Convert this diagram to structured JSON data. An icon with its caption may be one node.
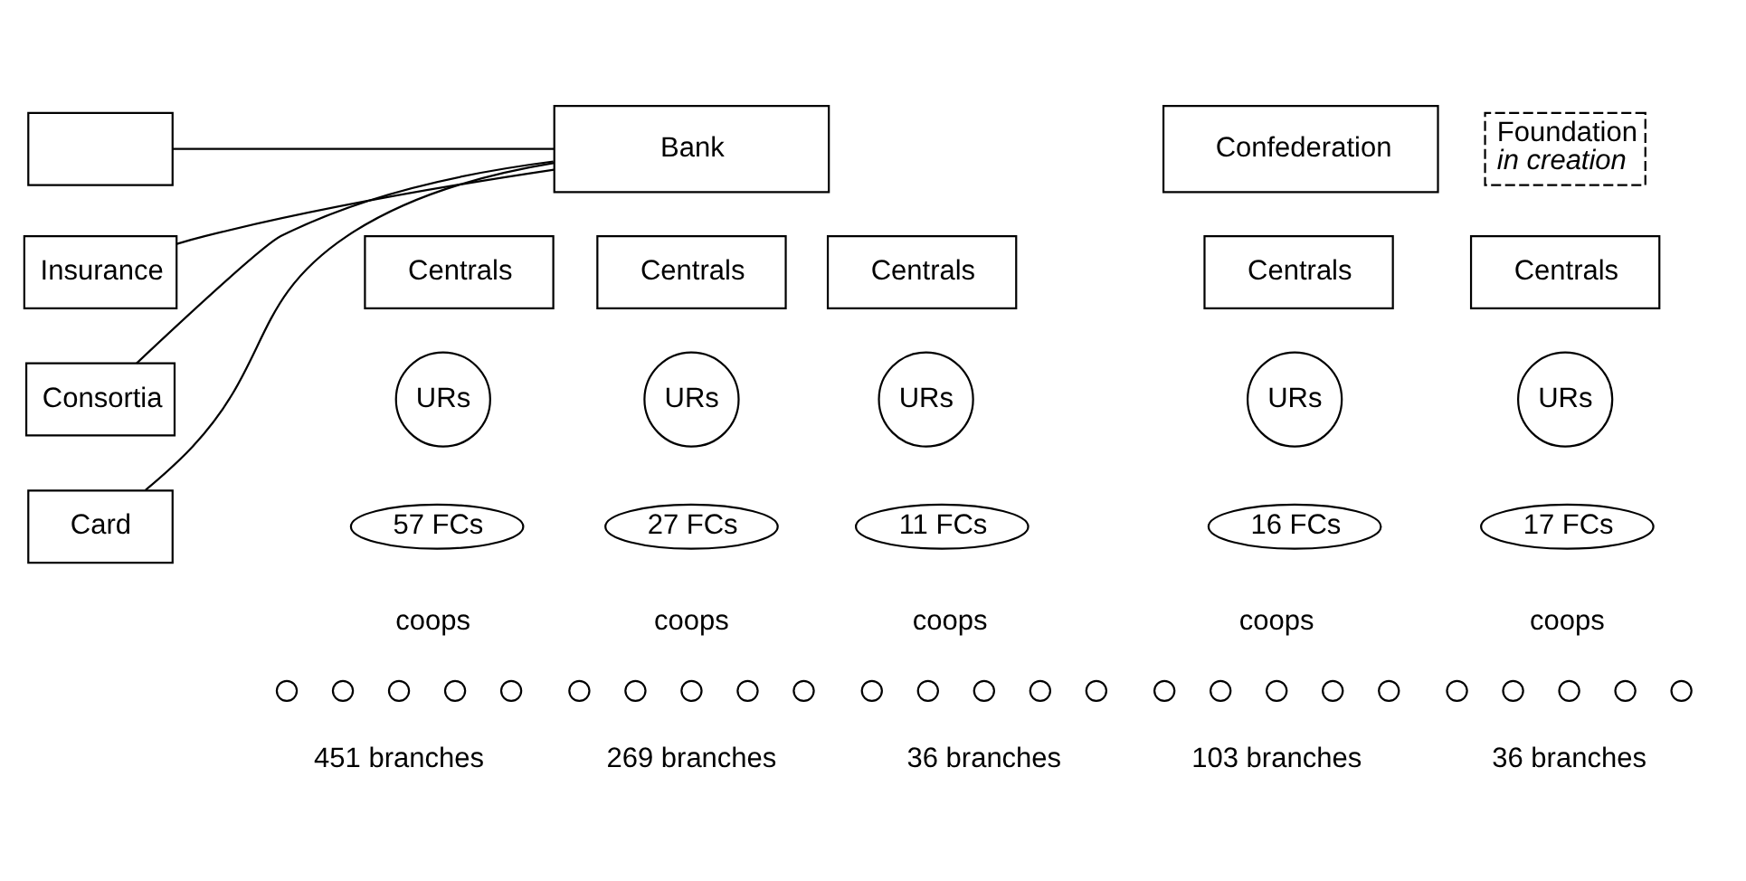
{
  "diagram": {
    "nodes": [
      {
        "text": [],
        "shape": "box"
      },
      {
        "text": [
          "Insurance"
        ]
      },
      {
        "text": [
          "Consortia"
        ]
      },
      {
        "text": [
          "Card"
        ]
      },
      {
        "text": [
          "Bank"
        ]
      },
      {
        "text": [
          "Confederation"
        ]
      },
      {
        "text": [
          "Foundation",
          "in creation"
        ]
      },
      {
        "text": [
          "Centrals"
        ]
      },
      {
        "text": [
          "Centrals"
        ]
      },
      {
        "text": [
          "Centrals"
        ]
      },
      {
        "text": [
          "Centrals"
        ]
      },
      {
        "text": [
          "Centrals"
        ]
      },
      {
        "text": [
          "URs"
        ]
      },
      {
        "text": [
          "URs"
        ]
      },
      {
        "text": [
          "URs"
        ]
      },
      {
        "text": [
          "URs"
        ]
      },
      {
        "text": [
          "URs"
        ]
      },
      {
        "text": [
          "57 FCs"
        ],
        "beside": [
          "coops"
        ]
      },
      {
        "text": [
          "27 FCs"
        ],
        "beside": [
          "coops"
        ]
      },
      {
        "text": [
          "11 FCs"
        ],
        "beside": [
          "coops"
        ]
      },
      {
        "text": [
          "16 FCs"
        ],
        "beside": [
          "coops"
        ]
      },
      {
        "text": [
          "17 FCs"
        ],
        "beside": [
          "coops"
        ]
      },
      {
        "text": [],
        "shape": "circle"
      },
      {
        "text": [],
        "shape": "circle"
      },
      {
        "text": [],
        "shape": "circle"
      },
      {
        "text": [],
        "shape": "circle"
      },
      {
        "text": [],
        "shape": "circle"
      },
      {
        "text": [],
        "shape": "circle"
      },
      {
        "text": [],
        "shape": "circle"
      },
      {
        "text": [],
        "shape": "circle"
      },
      {
        "text": [],
        "shape": "circle"
      },
      {
        "text": [],
        "shape": "circle"
      },
      {
        "text": [],
        "shape": "circle"
      },
      {
        "text": [],
        "shape": "circle"
      },
      {
        "text": [],
        "shape": "circle"
      },
      {
        "text": [],
        "shape": "circle"
      },
      {
        "text": [],
        "shape": "circle"
      },
      {
        "text": [],
        "shape": "circle"
      },
      {
        "text": [],
        "shape": "circle"
      },
      {
        "text": [],
        "shape": "circle"
      },
      {
        "text": [],
        "shape": "circle"
      },
      {
        "text": [],
        "shape": "circle"
      },
      {
        "text": [],
        "shape": "circle"
      },
      {
        "text": [],
        "shape": "circle"
      },
      {
        "text": [],
        "shape": "circle"
      },
      {
        "text": [],
        "shape": "circle"
      },
      {
        "text": [],
        "shape": "circle"
      }
    ],
    "edges": [
      {
        "from": 0,
        "to": 4,
        "arrow": "none"
      },
      {
        "from": 1,
        "to": 4,
        "arrow": "none"
      },
      {
        "from": 2,
        "to": 4,
        "arrow": "none"
      },
      {
        "from": 3,
        "to": 4,
        "arrow": "none"
      }
    ],
    "labels": [
      "451 branches",
      "269 branches",
      "36 branches",
      "103 branches",
      "36 branches"
    ]
  }
}
